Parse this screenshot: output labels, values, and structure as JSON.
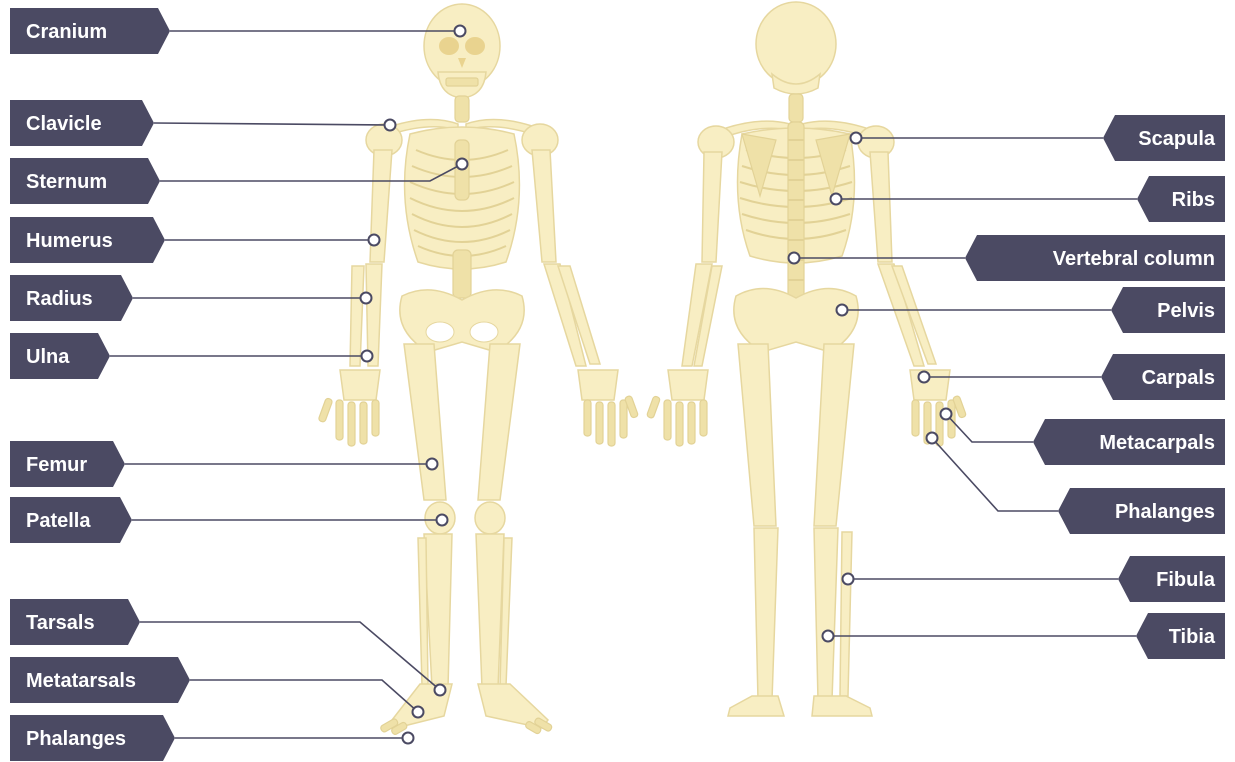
{
  "diagram": {
    "colors": {
      "label_background": "#4b4a63",
      "label_text": "#ffffff",
      "bone_fill": "#f8eec3",
      "bone_outline": "#e6d79f"
    },
    "front_labels": [
      {
        "id": "cranium",
        "text": "Cranium"
      },
      {
        "id": "clavicle",
        "text": "Clavicle"
      },
      {
        "id": "sternum",
        "text": "Sternum"
      },
      {
        "id": "humerus",
        "text": "Humerus"
      },
      {
        "id": "radius",
        "text": "Radius"
      },
      {
        "id": "ulna",
        "text": "Ulna"
      },
      {
        "id": "femur",
        "text": "Femur"
      },
      {
        "id": "patella",
        "text": "Patella"
      },
      {
        "id": "tarsals",
        "text": "Tarsals"
      },
      {
        "id": "metatarsals",
        "text": "Metatarsals"
      },
      {
        "id": "phalanges-foot",
        "text": "Phalanges"
      }
    ],
    "back_labels": [
      {
        "id": "scapula",
        "text": "Scapula"
      },
      {
        "id": "ribs",
        "text": "Ribs"
      },
      {
        "id": "vertebral-column",
        "text": "Vertebral column"
      },
      {
        "id": "pelvis",
        "text": "Pelvis"
      },
      {
        "id": "carpals",
        "text": "Carpals"
      },
      {
        "id": "metacarpals",
        "text": "Metacarpals"
      },
      {
        "id": "phalanges-hand",
        "text": "Phalanges"
      },
      {
        "id": "fibula",
        "text": "Fibula"
      },
      {
        "id": "tibia",
        "text": "Tibia"
      }
    ]
  }
}
